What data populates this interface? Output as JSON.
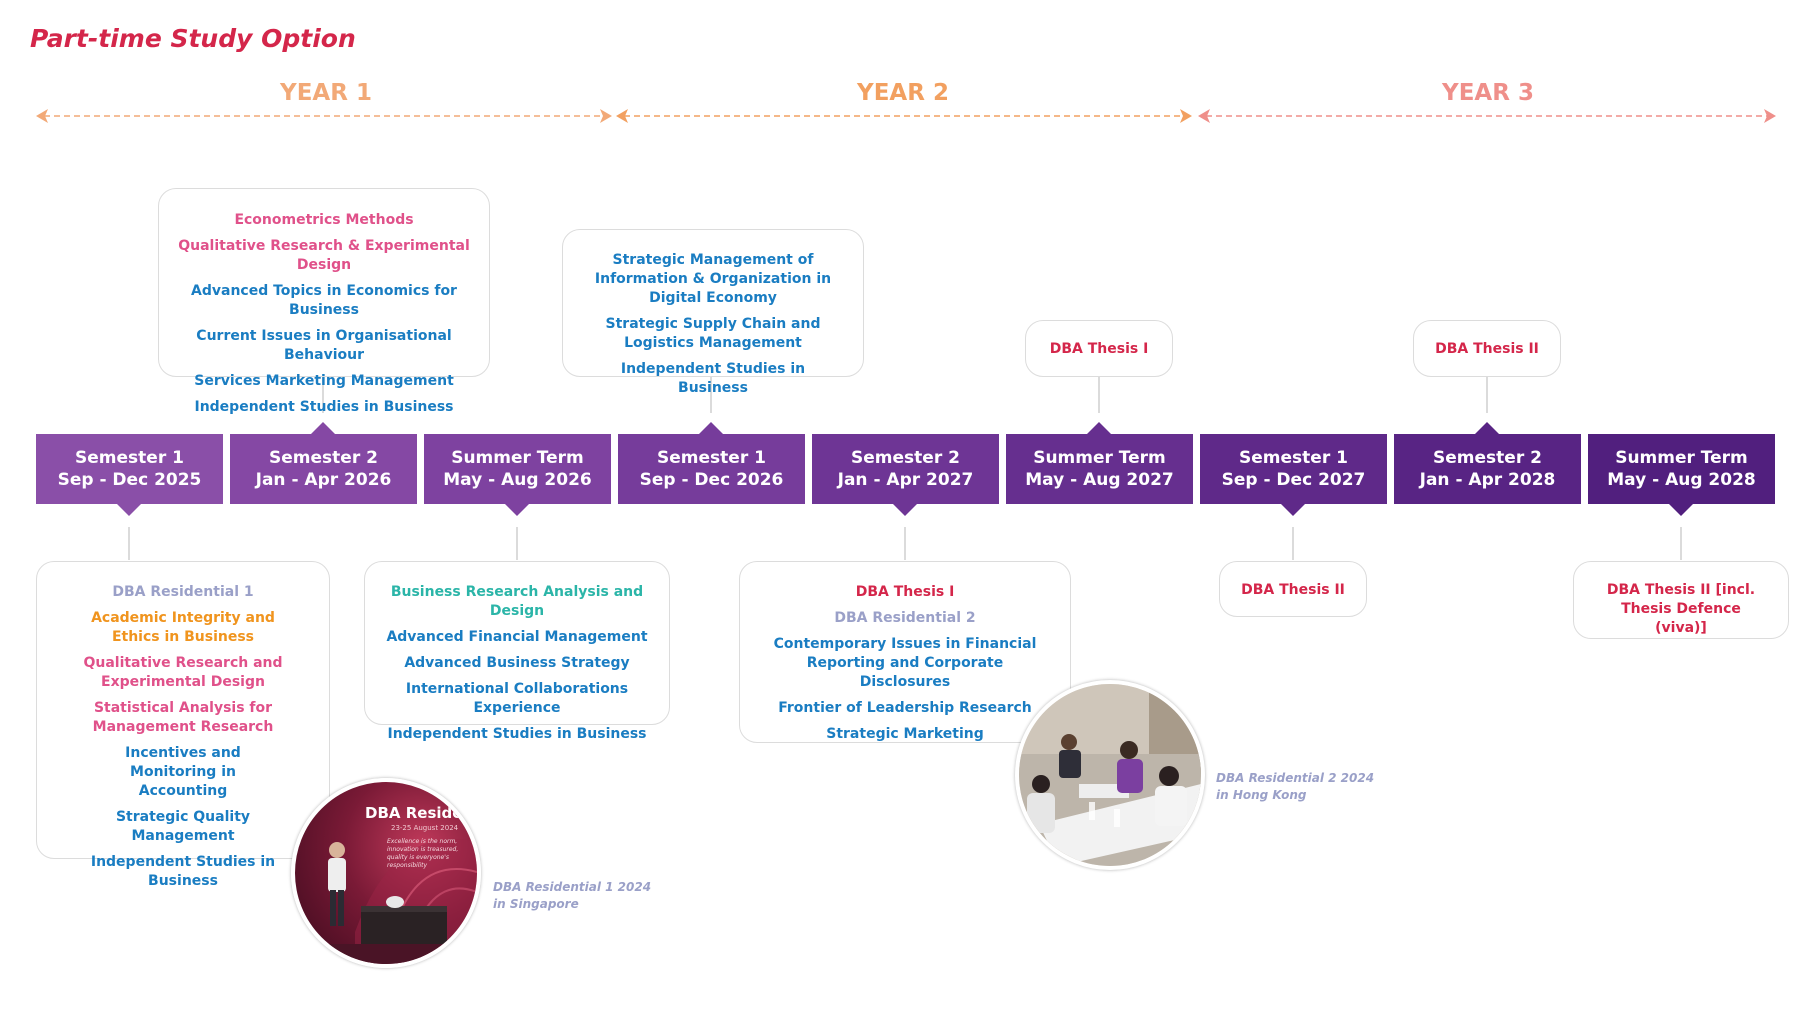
{
  "title": "Part-time Study Option",
  "years": [
    {
      "label": "YEAR 1",
      "color": "#f2a977"
    },
    {
      "label": "YEAR 2",
      "color": "#f2a060"
    },
    {
      "label": "YEAR 3",
      "color": "#ef8f8a"
    }
  ],
  "colors": {
    "pink": "#e0518a",
    "blue": "#1a7dc2",
    "gray": "#9aa0c8",
    "orange": "#f0941e",
    "teal": "#2bb5a8",
    "red": "#d4264a"
  },
  "terms": [
    {
      "name": "Semester 1",
      "dates": "Sep - Dec 2025",
      "color": "#8a4fa8"
    },
    {
      "name": "Semester 2",
      "dates": "Jan - Apr 2026",
      "color": "#8548a4"
    },
    {
      "name": "Summer Term",
      "dates": "May - Aug 2026",
      "color": "#7e42a0"
    },
    {
      "name": "Semester 1",
      "dates": "Sep - Dec 2026",
      "color": "#763c9b"
    },
    {
      "name": "Semester 2",
      "dates": "Jan - Apr 2027",
      "color": "#6e3595"
    },
    {
      "name": "Summer Term",
      "dates": "May - Aug 2027",
      "color": "#662f8f"
    },
    {
      "name": "Semester 1",
      "dates": "Sep - Dec 2027",
      "color": "#5f2989"
    },
    {
      "name": "Semester 2",
      "dates": "Jan - Apr 2028",
      "color": "#582484"
    },
    {
      "name": "Summer Term",
      "dates": "May - Aug 2028",
      "color": "#511f7e"
    }
  ],
  "boxes": {
    "t2_top": [
      {
        "text": "Econometrics Methods",
        "color": "pink"
      },
      {
        "text": "Qualitative Research & Experimental Design",
        "color": "pink"
      },
      {
        "text": "Advanced Topics in Economics for Business",
        "color": "blue"
      },
      {
        "text": "Current Issues in Organisational Behaviour",
        "color": "blue"
      },
      {
        "text": "Services Marketing Management",
        "color": "blue"
      },
      {
        "text": "Independent Studies in Business",
        "color": "blue"
      }
    ],
    "t4_top": [
      {
        "text": "Strategic Management of Information & Organization in Digital Economy",
        "color": "blue"
      },
      {
        "text": "Strategic Supply Chain and Logistics Management",
        "color": "blue"
      },
      {
        "text": "Independent Studies in Business",
        "color": "blue"
      }
    ],
    "t6_top": [
      {
        "text": "DBA Thesis I",
        "color": "red"
      }
    ],
    "t8_top": [
      {
        "text": "DBA Thesis II",
        "color": "red"
      }
    ],
    "t1_bottom": [
      {
        "text": "DBA Residential 1",
        "color": "gray"
      },
      {
        "text": "Academic Integrity and Ethics in Business",
        "color": "orange"
      },
      {
        "text": "Qualitative Research and Experimental Design",
        "color": "pink"
      },
      {
        "text": "Statistical Analysis for Management Research",
        "color": "pink"
      },
      {
        "text": "Incentives and Monitoring in Accounting",
        "color": "blue"
      },
      {
        "text": "Strategic Quality Management",
        "color": "blue"
      },
      {
        "text": "Independent Studies in Business",
        "color": "blue"
      }
    ],
    "t3_bottom": [
      {
        "text": "Business Research Analysis and Design",
        "color": "teal"
      },
      {
        "text": "Advanced Financial Management",
        "color": "blue"
      },
      {
        "text": "Advanced Business Strategy",
        "color": "blue"
      },
      {
        "text": "International Collaborations Experience",
        "color": "blue"
      },
      {
        "text": "Independent Studies in Business",
        "color": "blue"
      }
    ],
    "t5_bottom": [
      {
        "text": "DBA Thesis I",
        "color": "red"
      },
      {
        "text": "DBA Residential 2",
        "color": "gray"
      },
      {
        "text": "Contemporary Issues in Financial Reporting and Corporate Disclosures",
        "color": "blue"
      },
      {
        "text": "Frontier of Leadership Research",
        "color": "blue"
      },
      {
        "text": "Strategic Marketing",
        "color": "blue"
      }
    ],
    "t7_bottom": [
      {
        "text": "DBA Thesis II",
        "color": "red"
      }
    ],
    "t9_bottom": [
      {
        "text": "DBA Thesis II [incl. Thesis Defence (viva)]",
        "color": "red"
      }
    ]
  },
  "photo1": {
    "banner": "DBA Residential",
    "dates": "23-25 August 2024",
    "slogan": "Excellence is the norm, innovation is treasured, quality is everyone's responsibility",
    "caption_line1": "DBA Residential 1 2024",
    "caption_line2": "in Singapore"
  },
  "photo2": {
    "caption_line1": "DBA Residential 2 2024",
    "caption_line2": "in Hong Kong"
  }
}
